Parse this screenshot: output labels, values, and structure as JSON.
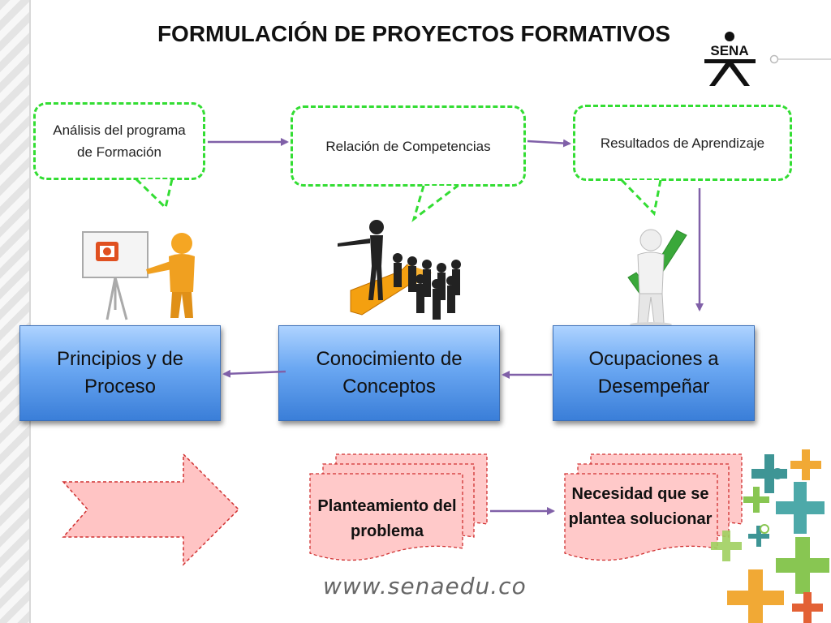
{
  "title": "FORMULACIÓN DE PROYECTOS FORMATIVOS",
  "logo": {
    "text": "SENA"
  },
  "callouts": {
    "analisis": "Análisis del programa de Formación",
    "relacion": "Relación de Competencias",
    "resultados": "Resultados de Aprendizaje"
  },
  "boxes": {
    "principios": "Principios y de Proceso",
    "conocimiento": "Conocimiento de Conceptos",
    "ocupaciones": "Ocupaciones a Desempeñar"
  },
  "documents": {
    "planteamiento": "Planteamiento del problema",
    "necesidad": "Necesidad que se plantea solucionar"
  },
  "footer_url": "www.senaedu.co",
  "colors": {
    "callout_border": "#33dd33",
    "arrow": "#8060a8",
    "box_blue": "#6aa7f2",
    "doc_fill": "#ffc9c9",
    "doc_border": "#d03030"
  }
}
